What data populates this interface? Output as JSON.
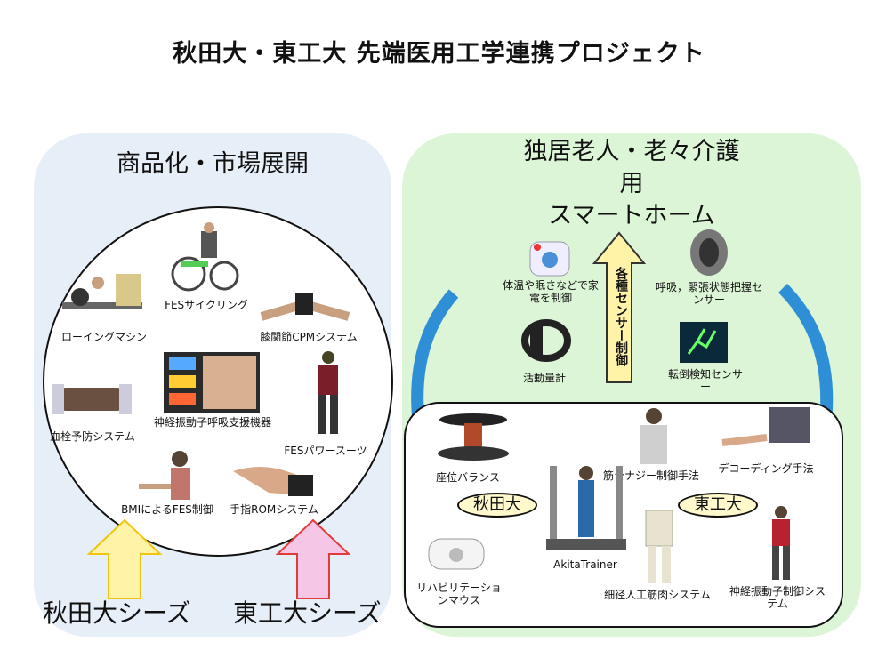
{
  "title": "秋田大・東工大 先端医用工学連携プロジェクト",
  "left": {
    "heading": "商品化・市場展開",
    "items": {
      "rowing": "ローイングマシン",
      "fes_cycling": "FESサイクリング",
      "knee_cpm": "膝関節CPMシステム",
      "nerve_breath": "神経振動子呼吸支援機器",
      "thrombosis": "血栓予防システム",
      "fes_power": "FESパワースーツ",
      "bmi_fes": "BMIによるFES制御",
      "finger_rom": "手指ROMシステム"
    },
    "seed_akita": "秋田大シーズ",
    "seed_tokyo": "東工大シーズ"
  },
  "right": {
    "heading_line1": "独居老人・老々介護",
    "heading_line2": "用",
    "heading_line3": "スマートホーム",
    "sensor_control": "各種センサー制御",
    "items": {
      "appliance": "体温や眠さなどで家電を制御",
      "breath_tension": "呼吸，緊張状態把握センサー",
      "activity_meter": "活動量計",
      "fall_detect": "転倒検知センサー"
    },
    "inner": {
      "akita": "秋田大",
      "tokyo": "東工大",
      "balance": "座位バランス",
      "synergy": "筋シナジー制御手法",
      "decoding": "デコーディング手法",
      "akita_trainer": "AkitaTrainer",
      "rehab_mouse": "リハビリテーションマウス",
      "muscle": "細径人工筋肉システム",
      "nerve_walk": "神経振動子制御システム"
    }
  },
  "colors": {
    "left_panel": "#e6eef8",
    "right_panel": "#dcf5d6",
    "arrow_yellow": "#fff3a8",
    "arrow_pink": "#f5c6e6",
    "arrow_blue": "#2e8fd6"
  }
}
